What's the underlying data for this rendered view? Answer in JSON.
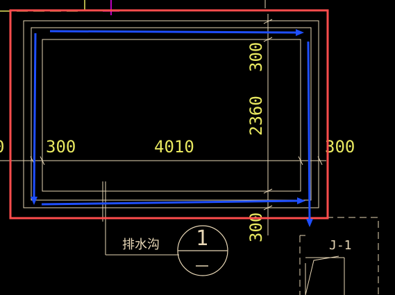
{
  "drawing": {
    "dimensions": {
      "top_offset": "300",
      "vertical_main": "2360",
      "horizontal_left_partial": "0",
      "horizontal_left": "300",
      "horizontal_main": "4010",
      "horizontal_right": "300",
      "bottom_offset": "300"
    },
    "labels": {
      "drainage_ditch": "排水沟",
      "callout_number": "1",
      "foundation_tag": "J-1"
    }
  },
  "colors": {
    "background": "#000000",
    "drawing_lines": "#e8d7b6",
    "dimension_text": "#e8e860",
    "highlight_rect": "#ff4d4d",
    "arrows": "#1f4fff",
    "magenta_marker": "#ff00ff",
    "yellow_marker": "#ffff00"
  }
}
